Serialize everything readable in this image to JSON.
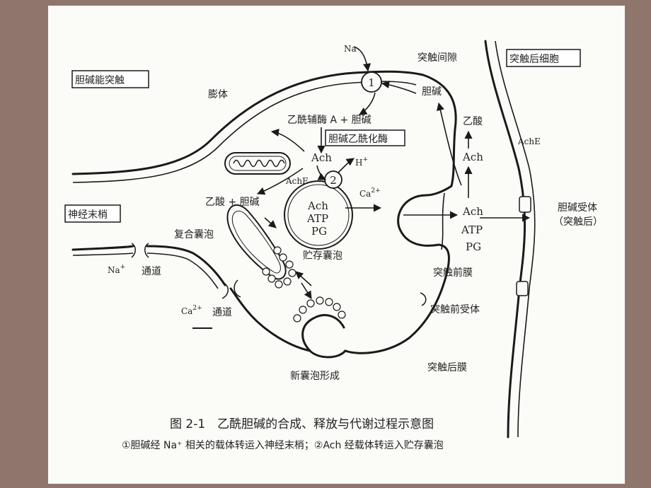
{
  "labels": {
    "cholinergic_synapse": "胆碱能突触",
    "swelling": "膨体",
    "nerve_terminal": "神经末梢",
    "na_channel": "通道",
    "na_channel_ion": "Na",
    "na_channel_sup": "+",
    "ca_channel": "通道",
    "ca_channel_ion": "Ca",
    "ca_channel_sup": "2+",
    "complex_vesicle": "复合囊泡",
    "storage_vesicle": "贮存囊泡",
    "new_vesicle_formation": "新囊泡形成",
    "synaptic_cleft": "突触间隙",
    "postsynaptic_cell": "突触后细胞",
    "choline": "胆碱",
    "acetic_acid": "乙酸",
    "ache_cleft": "AchE",
    "choline_receptor_line1": "胆碱受体",
    "choline_receptor_line2": "（突触后）",
    "presynaptic_membrane": "突触前膜",
    "presynaptic_receptor": "突触前受体",
    "postsynaptic_membrane": "突触后膜",
    "acetyl_coa_choline": "乙酰辅酶 A + 胆碱",
    "choline_acetyltransferase": "胆碱乙酰化酶",
    "ach_synth": "Ach",
    "ache_inner": "AchE",
    "acetic_plus_choline": "乙酸 + 胆碱",
    "h_plus": "H",
    "h_plus_sup": "+",
    "ca_influx": "Ca",
    "ca_influx_sup": "2+",
    "na_top": "Na",
    "carrier1": "1",
    "carrier2": "2",
    "vesicle_ach": "Ach",
    "vesicle_atp": "ATP",
    "vesicle_pg": "PG",
    "released_ach": "Ach",
    "released_atp": "ATP",
    "released_pg": "PG",
    "ach_up": "Ach"
  },
  "caption": {
    "title": "图 2-1　乙酰胆碱的合成、释放与代谢过程示意图",
    "note": "①胆碱经 Na⁺ 相关的载体转运入神经末梢；②Ach 经载体转运入贮存囊泡"
  }
}
